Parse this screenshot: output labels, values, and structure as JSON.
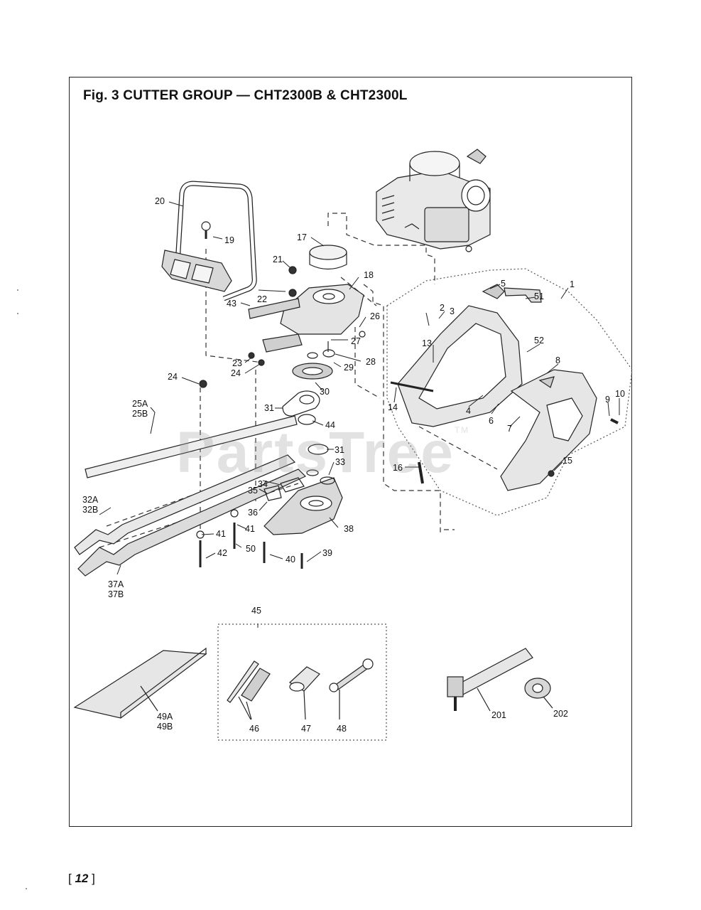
{
  "title": "Fig. 3  CUTTER GROUP — CHT2300B & CHT2300L",
  "watermark": "PartsTree",
  "watermark_tm": "TM",
  "page_number": "12",
  "labels": {
    "p1": "1",
    "p2": "2",
    "p3": "3",
    "p4": "4",
    "p5": "5",
    "p6": "6",
    "p7": "7",
    "p8": "8",
    "p9": "9",
    "p10": "10",
    "p13": "13",
    "p14": "14",
    "p15": "15",
    "p16": "16",
    "p17": "17",
    "p18": "18",
    "p19": "19",
    "p20": "20",
    "p21": "21",
    "p22": "22",
    "p23": "23",
    "p24a": "24",
    "p24b": "24",
    "p25a": "25A",
    "p25b": "25B",
    "p26": "26",
    "p27": "27",
    "p28": "28",
    "p29": "29",
    "p30": "30",
    "p31a": "31",
    "p31b": "31",
    "p32a": "32A",
    "p32b": "32B",
    "p33": "33",
    "p34": "34",
    "p35": "35",
    "p36": "36",
    "p37a": "37A",
    "p37b": "37B",
    "p38": "38",
    "p39": "39",
    "p40": "40",
    "p41a": "41",
    "p41b": "41",
    "p42": "42",
    "p43": "43",
    "p44": "44",
    "p45": "45",
    "p46": "46",
    "p47": "47",
    "p48": "48",
    "p49a": "49A",
    "p49b": "49B",
    "p50": "50",
    "p51": "51",
    "p52": "52",
    "p201": "201",
    "p202": "202"
  }
}
